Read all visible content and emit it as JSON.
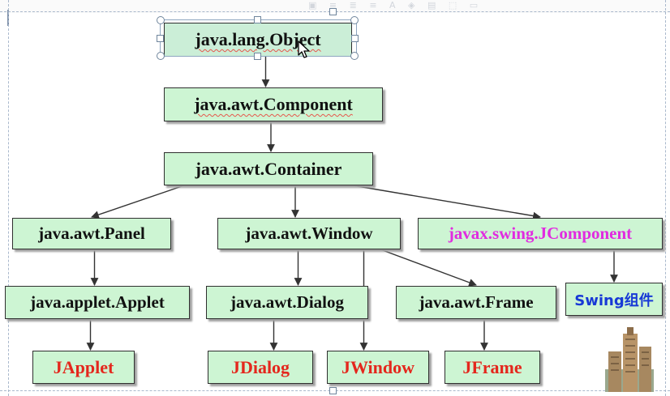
{
  "nodes": [
    {
      "id": "object",
      "label": "java.lang.Object",
      "color": "black",
      "spell_marked": true
    },
    {
      "id": "component",
      "label": "java.awt.Component",
      "color": "black",
      "spell_marked": true
    },
    {
      "id": "container",
      "label": "java.awt.Container",
      "color": "black",
      "spell_marked": false
    },
    {
      "id": "panel",
      "label": "java.awt.Panel",
      "color": "black",
      "spell_marked": false
    },
    {
      "id": "window",
      "label": "java.awt.Window",
      "color": "black",
      "spell_marked": false
    },
    {
      "id": "jcomponent",
      "label": "javax.swing.JComponent",
      "color": "magenta",
      "spell_marked": false
    },
    {
      "id": "applet",
      "label": "java.applet.Applet",
      "color": "black",
      "spell_marked": false
    },
    {
      "id": "dialog",
      "label": "java.awt.Dialog",
      "color": "black",
      "spell_marked": false
    },
    {
      "id": "frame",
      "label": "java.awt.Frame",
      "color": "black",
      "spell_marked": false
    },
    {
      "id": "swing",
      "label": "Swing组件",
      "color": "blue",
      "spell_marked": false
    },
    {
      "id": "japplet",
      "label": "JApplet",
      "color": "red",
      "spell_marked": false
    },
    {
      "id": "jdialog",
      "label": "JDialog",
      "color": "red",
      "spell_marked": false
    },
    {
      "id": "jwindow",
      "label": "JWindow",
      "color": "red",
      "spell_marked": false
    },
    {
      "id": "jframe",
      "label": "JFrame",
      "color": "red",
      "spell_marked": false
    }
  ],
  "edges": [
    [
      "object",
      "component"
    ],
    [
      "component",
      "container"
    ],
    [
      "container",
      "panel"
    ],
    [
      "container",
      "window"
    ],
    [
      "container",
      "jcomponent"
    ],
    [
      "panel",
      "applet"
    ],
    [
      "window",
      "dialog"
    ],
    [
      "window",
      "jwindow"
    ],
    [
      "window",
      "frame"
    ],
    [
      "jcomponent",
      "swing"
    ],
    [
      "applet",
      "japplet"
    ],
    [
      "dialog",
      "jdialog"
    ],
    [
      "frame",
      "jframe"
    ]
  ],
  "selected_node": "object",
  "colors": {
    "node_fill": "#cdf5d3",
    "text_black": "#111111",
    "text_red": "#e4271d",
    "text_magenta": "#e12be0",
    "text_blue": "#1839d6",
    "edge": "#333333"
  },
  "icons": [
    "mouse-cursor-icon",
    "building-image"
  ]
}
